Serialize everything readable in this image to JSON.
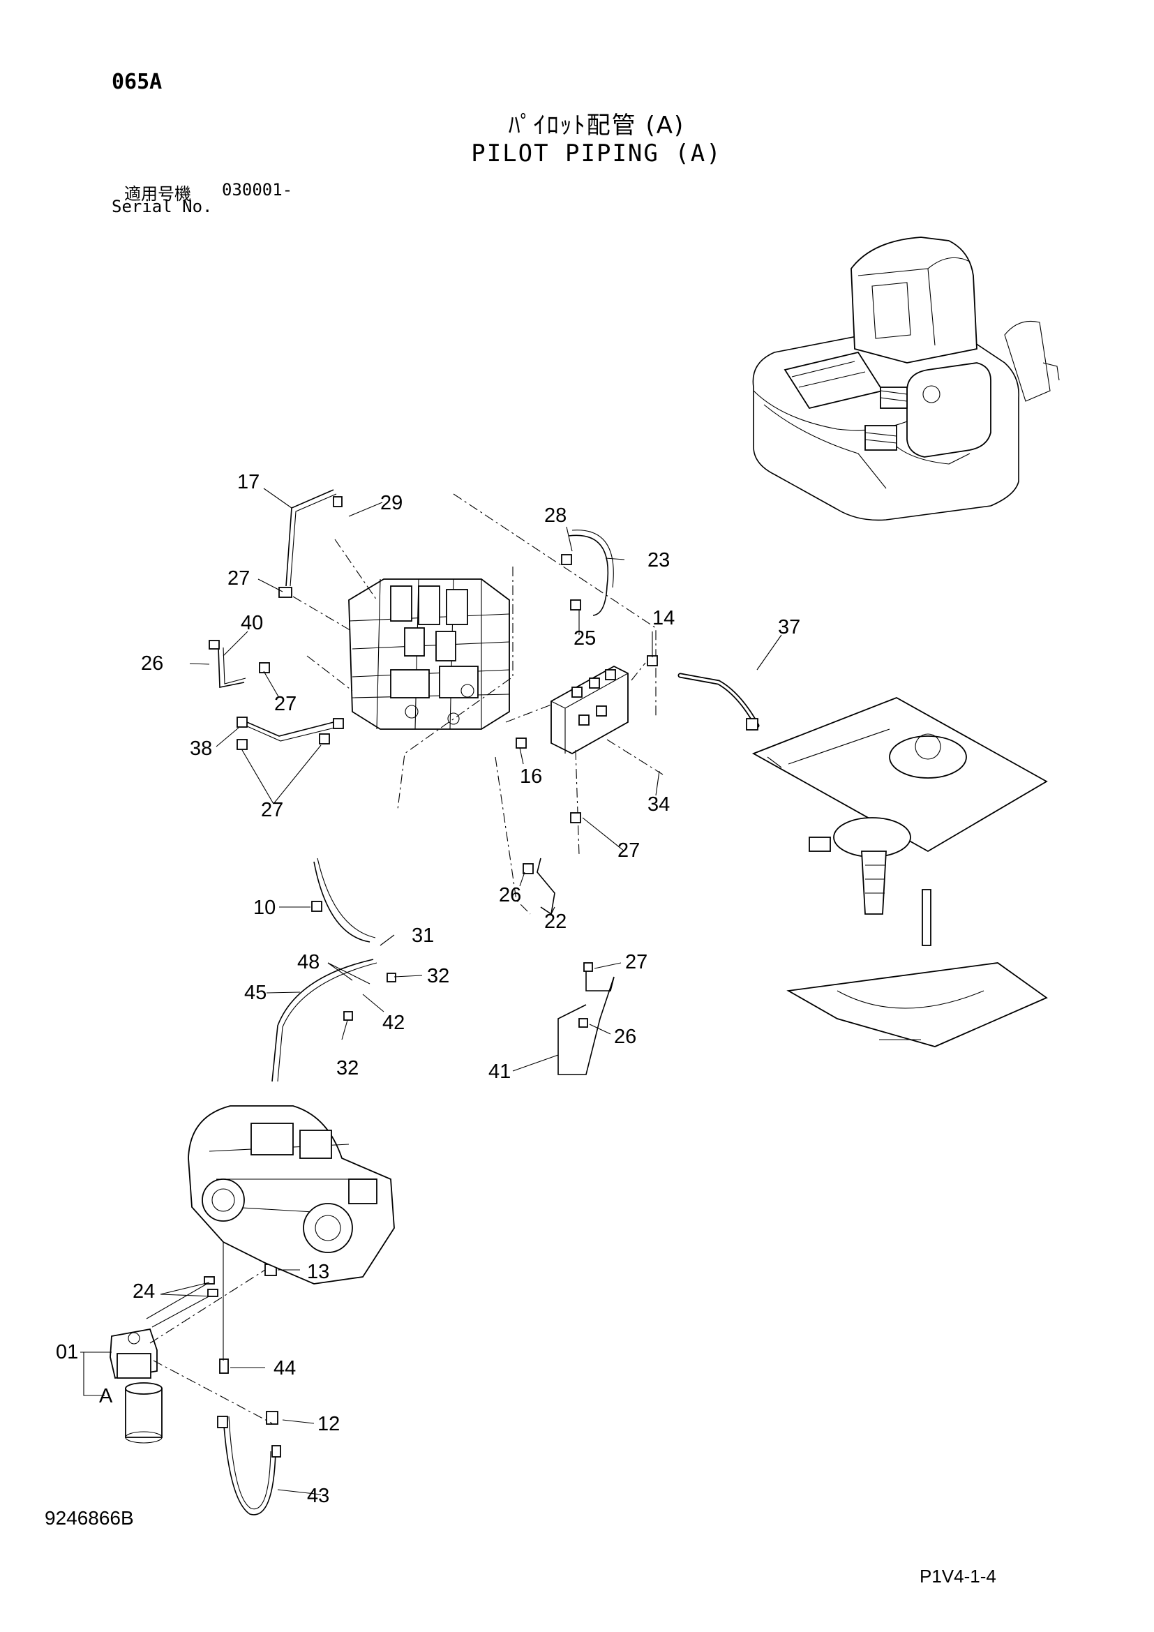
{
  "header": {
    "page_code": "065A",
    "title_jp": "ﾊﾟｲﾛｯﾄ配管 (A)",
    "title_en": "PILOT PIPING (A)",
    "serial_jp": "適用号機",
    "serial_value": "030001-",
    "serial_en": "Serial No."
  },
  "footer": {
    "drawing_number": "9246866B",
    "page_reference": "P1V4-1-4"
  },
  "callouts": [
    {
      "id": "c17",
      "text": "17"
    },
    {
      "id": "c29",
      "text": "29"
    },
    {
      "id": "c28",
      "text": "28"
    },
    {
      "id": "c23",
      "text": "23"
    },
    {
      "id": "c27a",
      "text": "27"
    },
    {
      "id": "c40",
      "text": "40"
    },
    {
      "id": "c26a",
      "text": "26"
    },
    {
      "id": "c27b",
      "text": "27"
    },
    {
      "id": "c25",
      "text": "25"
    },
    {
      "id": "c14",
      "text": "14"
    },
    {
      "id": "c37",
      "text": "37"
    },
    {
      "id": "c38",
      "text": "38"
    },
    {
      "id": "c27c",
      "text": "27"
    },
    {
      "id": "c16",
      "text": "16"
    },
    {
      "id": "c34",
      "text": "34"
    },
    {
      "id": "c27d",
      "text": "27"
    },
    {
      "id": "c26b",
      "text": "26"
    },
    {
      "id": "c22",
      "text": "22"
    },
    {
      "id": "c10",
      "text": "10"
    },
    {
      "id": "c31",
      "text": "31"
    },
    {
      "id": "c48",
      "text": "48"
    },
    {
      "id": "c32a",
      "text": "32"
    },
    {
      "id": "c45",
      "text": "45"
    },
    {
      "id": "c42",
      "text": "42"
    },
    {
      "id": "c27e",
      "text": "27"
    },
    {
      "id": "c26c",
      "text": "26"
    },
    {
      "id": "c32b",
      "text": "32"
    },
    {
      "id": "c41",
      "text": "41"
    },
    {
      "id": "c13",
      "text": "13"
    },
    {
      "id": "c24",
      "text": "24"
    },
    {
      "id": "c01",
      "text": "01"
    },
    {
      "id": "c44",
      "text": "44"
    },
    {
      "id": "cA",
      "text": "A"
    },
    {
      "id": "c12",
      "text": "12"
    },
    {
      "id": "c43",
      "text": "43"
    }
  ]
}
